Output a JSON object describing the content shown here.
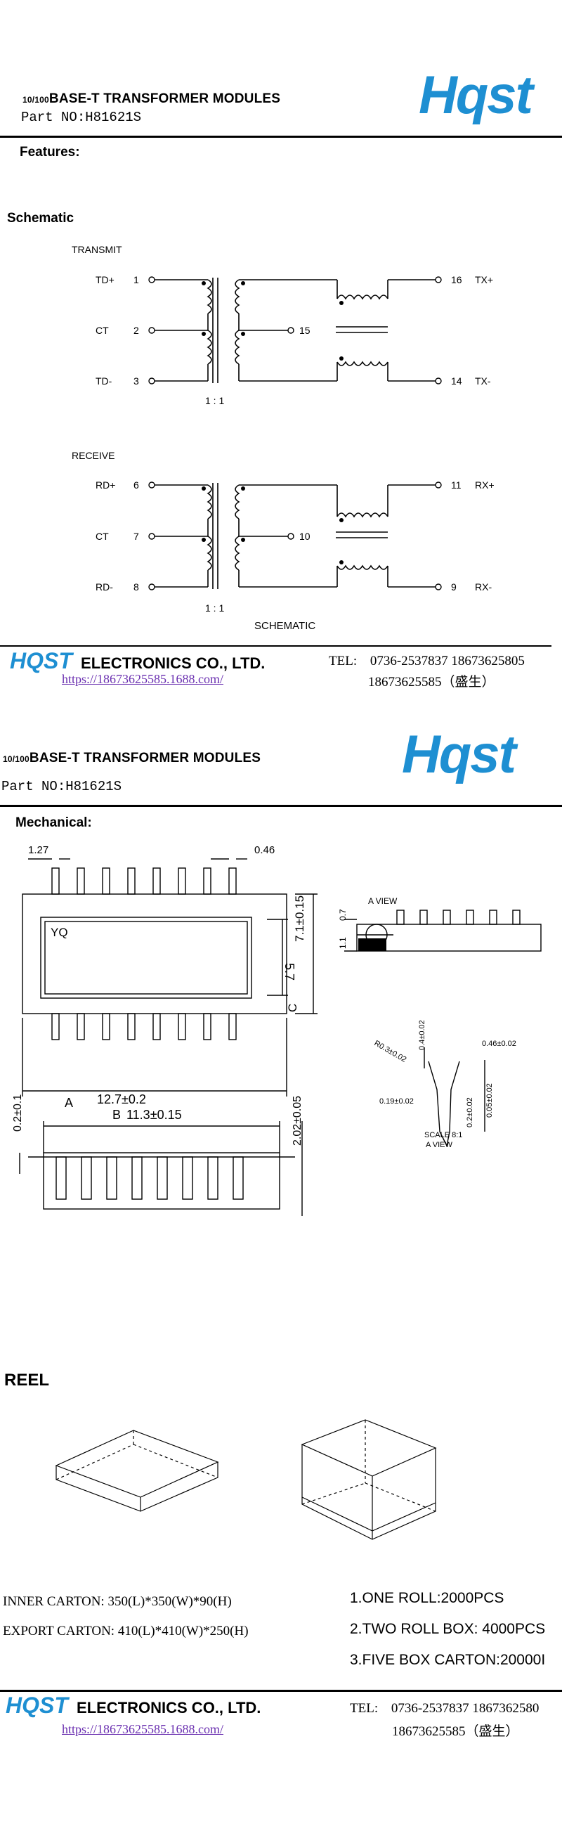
{
  "page1": {
    "title_prefix": "10/100",
    "title_main": "BASE-T TRANSFORMER MODULES",
    "part_no": "Part NO:H81621S",
    "logo": "Hqst",
    "features_label": "Features:",
    "schematic_label": "Schematic",
    "transmit_label": "TRANSMIT",
    "receive_label": "RECEIVE",
    "ratio": "1 : 1",
    "schematic_caption": "SCHEMATIC",
    "transmit_pins": [
      {
        "name": "TD+",
        "num": "1"
      },
      {
        "name": "CT",
        "num": "2"
      },
      {
        "name": "TD-",
        "num": "3"
      }
    ],
    "transmit_ct_out": "15",
    "transmit_out": [
      {
        "num": "16",
        "name": "TX+"
      },
      {
        "num": "14",
        "name": "TX-"
      }
    ],
    "receive_pins": [
      {
        "name": "RD+",
        "num": "6"
      },
      {
        "name": "CT",
        "num": "7"
      },
      {
        "name": "RD-",
        "num": "8"
      }
    ],
    "receive_ct_out": "10",
    "receive_out": [
      {
        "num": "11",
        "name": "RX+"
      },
      {
        "num": "9",
        "name": "RX-"
      }
    ]
  },
  "footer": {
    "brand": "HQST",
    "company": "ELECTRONICS CO., LTD.",
    "link": "https://18673625585.1688.com/",
    "tel_label": "TEL:",
    "tel_line1": "0736-2537837 18673625805",
    "tel_line2": "18673625585（盛生）",
    "tel_line1_b": "0736-2537837 1867362580",
    "tel_line2_b": "18673625585（盛生）"
  },
  "page2": {
    "title_prefix": "10/100",
    "title_main": "BASE-T TRANSFORMER MODULES",
    "part_no": "Part NO:H81621S",
    "logo": "Hqst",
    "mechanical_label": "Mechanical:",
    "dims": {
      "pitch": "1.27",
      "pin_width": "0.46",
      "width": "12.7±0.2",
      "body_height": "5.7",
      "total_height": "7.1±0.15",
      "marking": "YQ",
      "body_length": "11.3±0.15",
      "standoff": "0.2±0.1",
      "height": "2.02±0.05",
      "a_view": "A VIEW",
      "side_left_1": "1.1",
      "side_left_2": "0.7",
      "detail_1": "0.4±0.02",
      "detail_2": "0.46±0.02",
      "detail_3": "R0.3±0.02",
      "detail_4": "0.19±0.02",
      "detail_5": "0.2±0.02",
      "detail_6": "0.05±0.02",
      "scale": "SCALE 8:1",
      "scale_view": "A VIEW",
      "datum_a": "A",
      "datum_b": "B",
      "datum_c": "C"
    }
  },
  "reel": {
    "label": "REEL",
    "inner_carton": "INNER CARTON: 350(L)*350(W)*90(H)",
    "export_carton": "EXPORT CARTON: 410(L)*410(W)*250(H)",
    "roll_1": "1.ONE ROLL:2000PCS",
    "roll_2": "2.TWO ROLL BOX: 4000PCS",
    "roll_3": "3.FIVE BOX CARTON:20000I"
  }
}
